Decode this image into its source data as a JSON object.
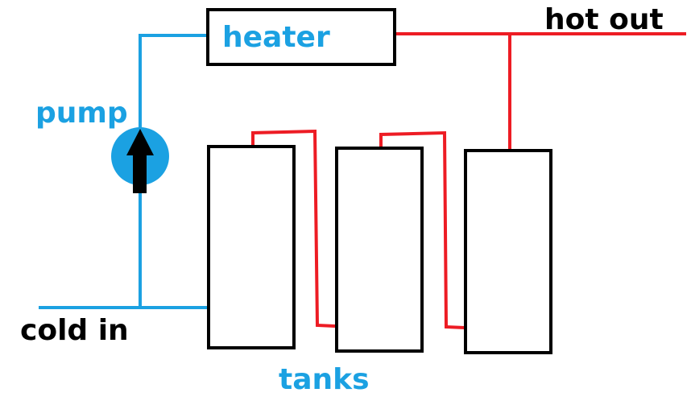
{
  "labels": {
    "heater": "heater",
    "pump": "pump",
    "hot_out": "hot out",
    "cold_in": "cold in",
    "tanks": "tanks"
  },
  "colors": {
    "cold_pipe": "#1ba1e2",
    "hot_pipe": "#ed1c24",
    "outline": "#000000",
    "pump_body": "#1ba1e2",
    "arrow": "#000000"
  }
}
